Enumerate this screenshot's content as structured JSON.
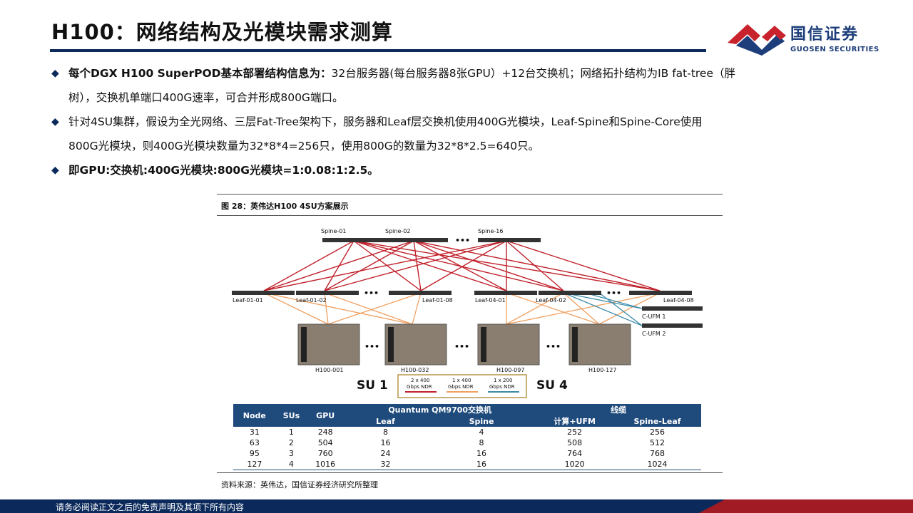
{
  "header": {
    "title": "H100：网络结构及光模块需求测算",
    "logo_cn": "国信证券",
    "logo_en": "GUOSEN SECURITIES"
  },
  "bullets": [
    {
      "lead": "每个DGX H100 SuperPOD基本部署结构信息为：",
      "line1": "32台服务器(每台服务器8张GPU）+12台交换机；网络拓扑结构为IB fat-tree（胖",
      "line2": "树），交换机单端口400G速率，可合并形成800G端口。"
    },
    {
      "line1": "针对4SU集群，假设为全光网络、三层Fat-Tree架构下，服务器和Leaf层交换机使用400G光模块，Leaf-Spine和Spine-Core使用",
      "line2": "800G光模块，则400G光模块数量为32*8*4=256只，使用800G的数量为32*8*2.5=640只。"
    },
    {
      "text": "即GPU:交换机:400G光模块:800G光模块=1:0.08:1:2.5。"
    }
  ],
  "figure": {
    "caption": "图 28：英伟达H100 4SU方案展示",
    "source": "资料来源：英伟达，国信证券经济研究所整理",
    "spines": [
      "Spine-01",
      "Spine-02",
      "Spine-16"
    ],
    "leaves": [
      "Leaf-01-01",
      "Leaf-01-02",
      "Leaf-01-08",
      "Leaf-04-01",
      "Leaf-04-02",
      "Leaf-04-08"
    ],
    "ufm": [
      "C-UFM 1",
      "C-UFM 2"
    ],
    "servers": [
      "H100-001",
      "H100-032",
      "H100-097",
      "H100-127"
    ],
    "su": [
      "SU 1",
      "SU 4"
    ],
    "legend": [
      {
        "l1": "2 x 400",
        "l2": "Gbps NDR",
        "color": "#c0202a"
      },
      {
        "l1": "1 x 400",
        "l2": "Gbps NDR",
        "color": "#f0a060"
      },
      {
        "l1": "1 x 200",
        "l2": "Gbps NDR",
        "color": "#3a8aa8"
      }
    ],
    "ellipsis": "•••"
  },
  "table": {
    "headers": {
      "node": "Node",
      "sus": "SUs",
      "gpu": "GPU",
      "switch_group": "Quantum QM9700交换机",
      "leaf": "Leaf",
      "spine": "Spine",
      "cable_group": "线缆",
      "compute_ufm": "计算+UFM",
      "spine_leaf": "Spine-Leaf"
    },
    "rows": [
      [
        "31",
        "1",
        "248",
        "8",
        "4",
        "252",
        "256"
      ],
      [
        "63",
        "2",
        "504",
        "16",
        "8",
        "508",
        "512"
      ],
      [
        "95",
        "3",
        "760",
        "24",
        "16",
        "764",
        "768"
      ],
      [
        "127",
        "4",
        "1016",
        "32",
        "16",
        "1020",
        "1024"
      ]
    ]
  },
  "footer": {
    "text": "请务必阅读正文之后的免责声明及其项下所有内容"
  },
  "colors": {
    "navy": "#0b2a5b",
    "brand_red": "#a11b24",
    "table_header": "#1f4a7c"
  }
}
